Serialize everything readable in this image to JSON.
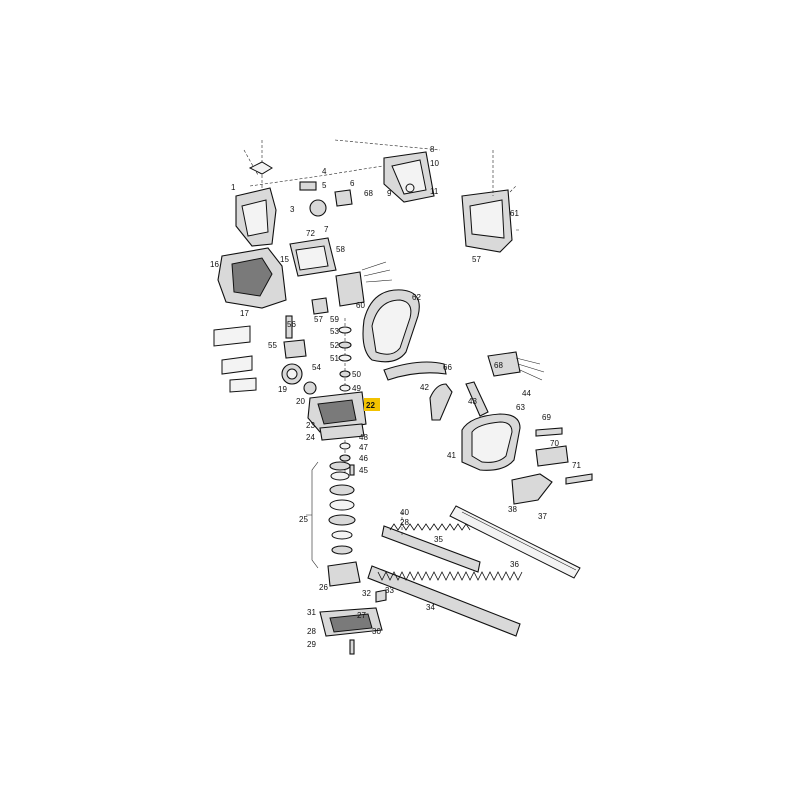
{
  "diagram": {
    "highlight_color": "#f2c200",
    "labels": [
      {
        "id": "p1",
        "text": "1"
      },
      {
        "id": "p3",
        "text": "3"
      },
      {
        "id": "p4",
        "text": "4"
      },
      {
        "id": "p5",
        "text": "5"
      },
      {
        "id": "p6",
        "text": "6"
      },
      {
        "id": "p7",
        "text": "7"
      },
      {
        "id": "p68a",
        "text": "68"
      },
      {
        "id": "p8",
        "text": "8"
      },
      {
        "id": "p9",
        "text": "9"
      },
      {
        "id": "p10",
        "text": "10"
      },
      {
        "id": "p11",
        "text": "11"
      },
      {
        "id": "p61",
        "text": "61"
      },
      {
        "id": "p57a",
        "text": "57"
      },
      {
        "id": "p16",
        "text": "16"
      },
      {
        "id": "p72",
        "text": "72"
      },
      {
        "id": "p58",
        "text": "58"
      },
      {
        "id": "p15",
        "text": "15"
      },
      {
        "id": "p60",
        "text": "60"
      },
      {
        "id": "p59",
        "text": "59"
      },
      {
        "id": "p17",
        "text": "17"
      },
      {
        "id": "p62",
        "text": "62"
      },
      {
        "id": "p56",
        "text": "56"
      },
      {
        "id": "p57b",
        "text": "57"
      },
      {
        "id": "p53",
        "text": "53"
      },
      {
        "id": "p52",
        "text": "52"
      },
      {
        "id": "p51",
        "text": "51"
      },
      {
        "id": "p55",
        "text": "55"
      },
      {
        "id": "p54",
        "text": "54"
      },
      {
        "id": "p66",
        "text": "66"
      },
      {
        "id": "p68b",
        "text": "68"
      },
      {
        "id": "p44",
        "text": "44"
      },
      {
        "id": "p19",
        "text": "19"
      },
      {
        "id": "p50",
        "text": "50"
      },
      {
        "id": "p49",
        "text": "49"
      },
      {
        "id": "p20",
        "text": "20"
      },
      {
        "id": "p22",
        "text": "22"
      },
      {
        "id": "p42",
        "text": "42"
      },
      {
        "id": "p43",
        "text": "43"
      },
      {
        "id": "p63",
        "text": "63"
      },
      {
        "id": "p69",
        "text": "69"
      },
      {
        "id": "p23",
        "text": "23"
      },
      {
        "id": "p24",
        "text": "24"
      },
      {
        "id": "p48",
        "text": "48"
      },
      {
        "id": "p47",
        "text": "47"
      },
      {
        "id": "p46",
        "text": "46"
      },
      {
        "id": "p45",
        "text": "45"
      },
      {
        "id": "p70",
        "text": "70"
      },
      {
        "id": "p41",
        "text": "41"
      },
      {
        "id": "p71",
        "text": "71"
      },
      {
        "id": "p38",
        "text": "38"
      },
      {
        "id": "p37",
        "text": "37"
      },
      {
        "id": "p40",
        "text": "40"
      },
      {
        "id": "p28a",
        "text": "28"
      },
      {
        "id": "p25",
        "text": "25"
      },
      {
        "id": "p35",
        "text": "35"
      },
      {
        "id": "p36",
        "text": "36"
      },
      {
        "id": "p26",
        "text": "26"
      },
      {
        "id": "p32",
        "text": "32"
      },
      {
        "id": "p33",
        "text": "33"
      },
      {
        "id": "p34",
        "text": "34"
      },
      {
        "id": "p31",
        "text": "31"
      },
      {
        "id": "p27",
        "text": "27"
      },
      {
        "id": "p30",
        "text": "30"
      },
      {
        "id": "p28b",
        "text": "28"
      },
      {
        "id": "p29",
        "text": "29"
      }
    ]
  }
}
